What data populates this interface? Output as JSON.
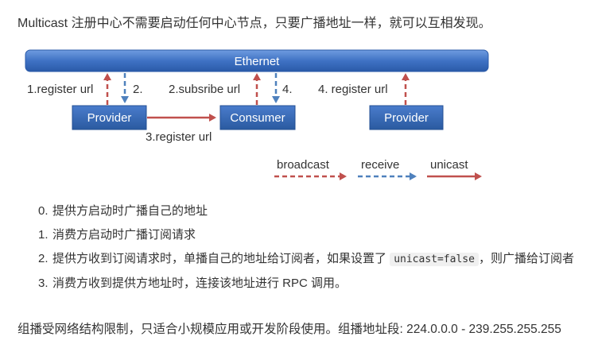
{
  "intro": "Multicast 注册中心不需要启动任何中心节点，只要广播地址一样，就可以互相发现。",
  "diagram": {
    "bus_label": "Ethernet",
    "nodes": {
      "provider1": "Provider",
      "consumer": "Consumer",
      "provider2": "Provider"
    },
    "labels": {
      "register1": "1.register url",
      "step2": "2.",
      "subscribe": "2.subsribe url",
      "step4": "4.",
      "register4": "4. register url",
      "register3": "3.register url"
    },
    "legend": {
      "broadcast": "broadcast",
      "receive": "receive",
      "unicast": "unicast"
    },
    "colors": {
      "bus": "#3a6ab5",
      "node": "#2e5fa8",
      "broadcast": "#c0504d",
      "receive": "#4f81bd",
      "unicast": "#c0504d"
    }
  },
  "steps": [
    {
      "num": "0.",
      "text": "提供方启动时广播自己的地址"
    },
    {
      "num": "1.",
      "text": "消费方启动时广播订阅请求"
    },
    {
      "num": "2.",
      "text_before": "提供方收到订阅请求时，单播自己的地址给订阅者，如果设置了",
      "code": "unicast=false",
      "text_after": "，则广播给订阅者"
    },
    {
      "num": "3.",
      "text": "消费方收到提供方地址时，连接该地址进行 RPC 调用。"
    }
  ],
  "footer": "组播受网络结构限制，只适合小规模应用或开发阶段使用。组播地址段: 224.0.0.0 - 239.255.255.255"
}
